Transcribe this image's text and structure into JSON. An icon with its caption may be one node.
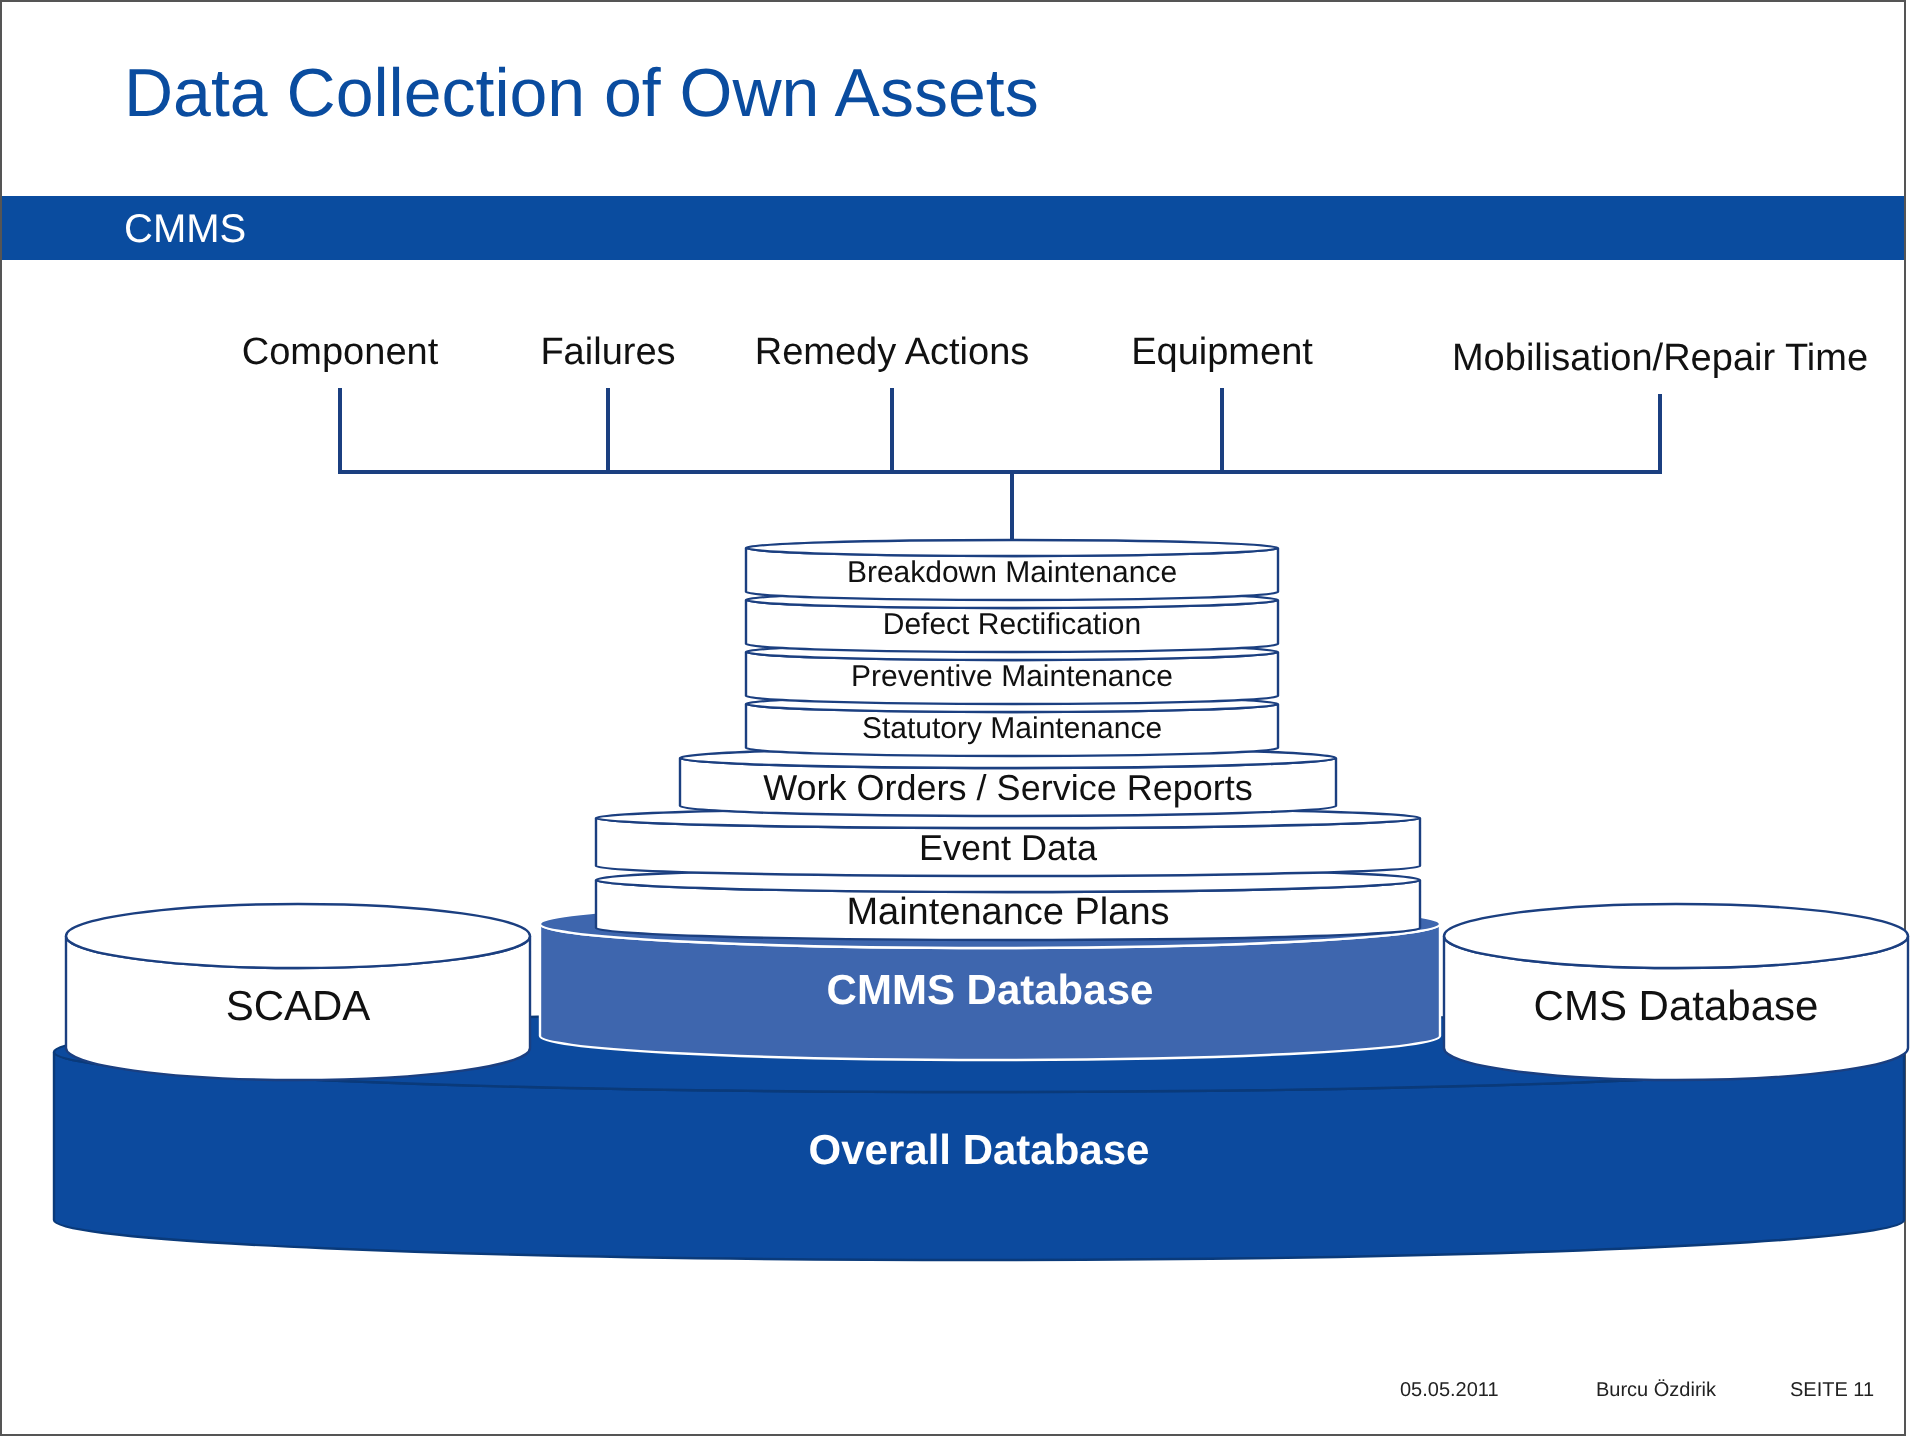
{
  "diagram": {
    "title": "Data Collection of Own Assets",
    "nodes": [
      {
        "text": [
          "Component"
        ]
      },
      {
        "text": [
          "Failures"
        ]
      },
      {
        "text": [
          "Remedy Actions"
        ]
      },
      {
        "text": [
          "Equipment"
        ]
      },
      {
        "text": [
          "Mobilisation/Repair Time"
        ]
      },
      {
        "text": [
          "Breakdown Maintenance"
        ]
      },
      {
        "text": [
          "Defect Rectification"
        ]
      },
      {
        "text": [
          "Preventive Maintenance"
        ]
      },
      {
        "text": [
          "Statutory Maintenance"
        ]
      },
      {
        "text": [
          "Work Orders / Service Reports"
        ]
      },
      {
        "text": [
          "Event Data"
        ]
      },
      {
        "text": [
          "Maintenance Plans"
        ]
      },
      {
        "text": [
          "SCADA"
        ]
      },
      {
        "text": [
          "CMMS Database"
        ]
      },
      {
        "text": [
          "CMS Database"
        ]
      },
      {
        "text": [
          "Overall Database"
        ]
      }
    ],
    "edges": [
      {
        "from": 5,
        "to": 0,
        "arrow": "none"
      },
      {
        "from": 5,
        "to": 1,
        "arrow": "none"
      },
      {
        "from": 5,
        "to": 2,
        "arrow": "none"
      },
      {
        "from": 5,
        "to": 3,
        "arrow": "none"
      },
      {
        "from": 5,
        "to": 4,
        "arrow": "none"
      }
    ],
    "labels": [
      "CMMS",
      "05.05.2011",
      "Burcu Özdirik",
      "SEITE 11"
    ]
  }
}
